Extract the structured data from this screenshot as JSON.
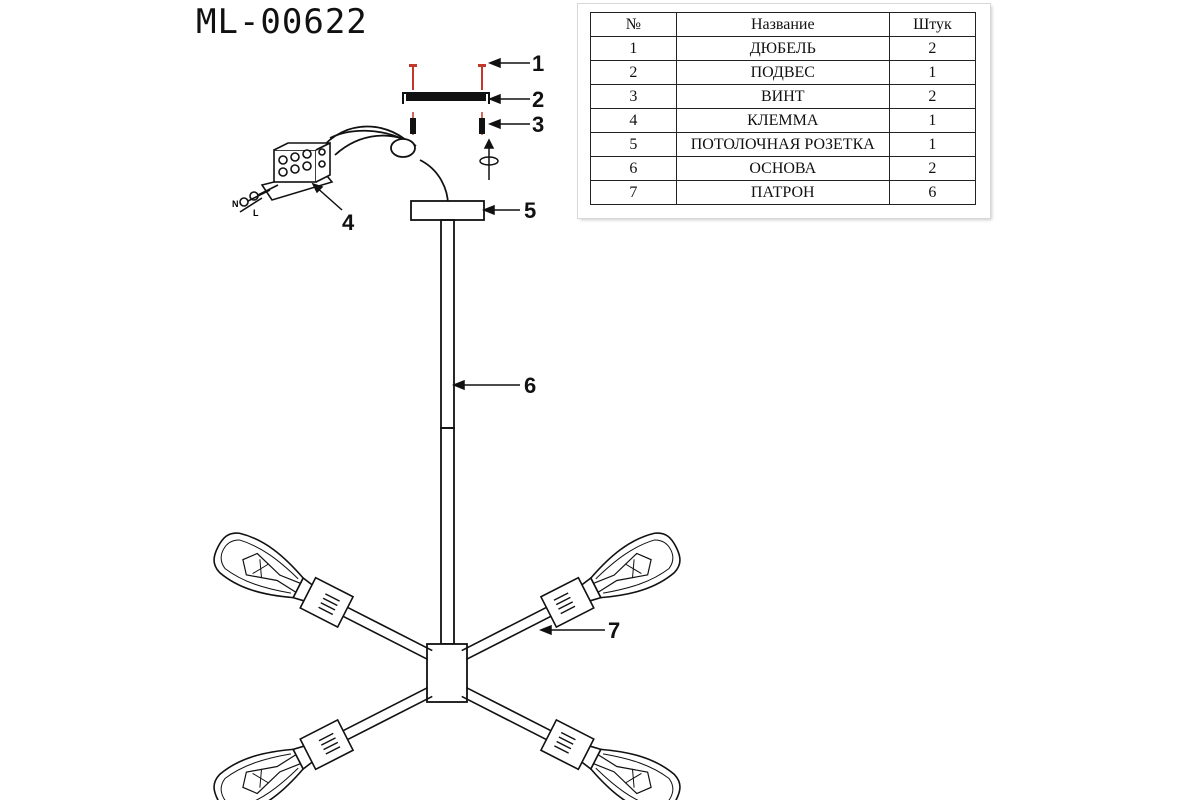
{
  "model_code": "ML-00622",
  "parts_table": {
    "headers": {
      "number": "№",
      "name": "Название",
      "qty": "Штук"
    },
    "rows": [
      {
        "number": "1",
        "name": "ДЮБЕЛЬ",
        "qty": "2"
      },
      {
        "number": "2",
        "name": "ПОДВЕС",
        "qty": "1"
      },
      {
        "number": "3",
        "name": "ВИНТ",
        "qty": "2"
      },
      {
        "number": "4",
        "name": "КЛЕММА",
        "qty": "1"
      },
      {
        "number": "5",
        "name": "ПОТОЛОЧНАЯ РОЗЕТКА",
        "qty": "1"
      },
      {
        "number": "6",
        "name": "ОСНОВА",
        "qty": "2"
      },
      {
        "number": "7",
        "name": "ПАТРОН",
        "qty": "6"
      }
    ]
  },
  "callouts": {
    "c1": "1",
    "c2": "2",
    "c3": "3",
    "c4": "4",
    "c5": "5",
    "c6": "6",
    "c7": "7"
  },
  "terminal_labels": {
    "n": "N",
    "l": "L"
  },
  "colors": {
    "line": "#111111",
    "dowel_accent": "#c0392b"
  }
}
